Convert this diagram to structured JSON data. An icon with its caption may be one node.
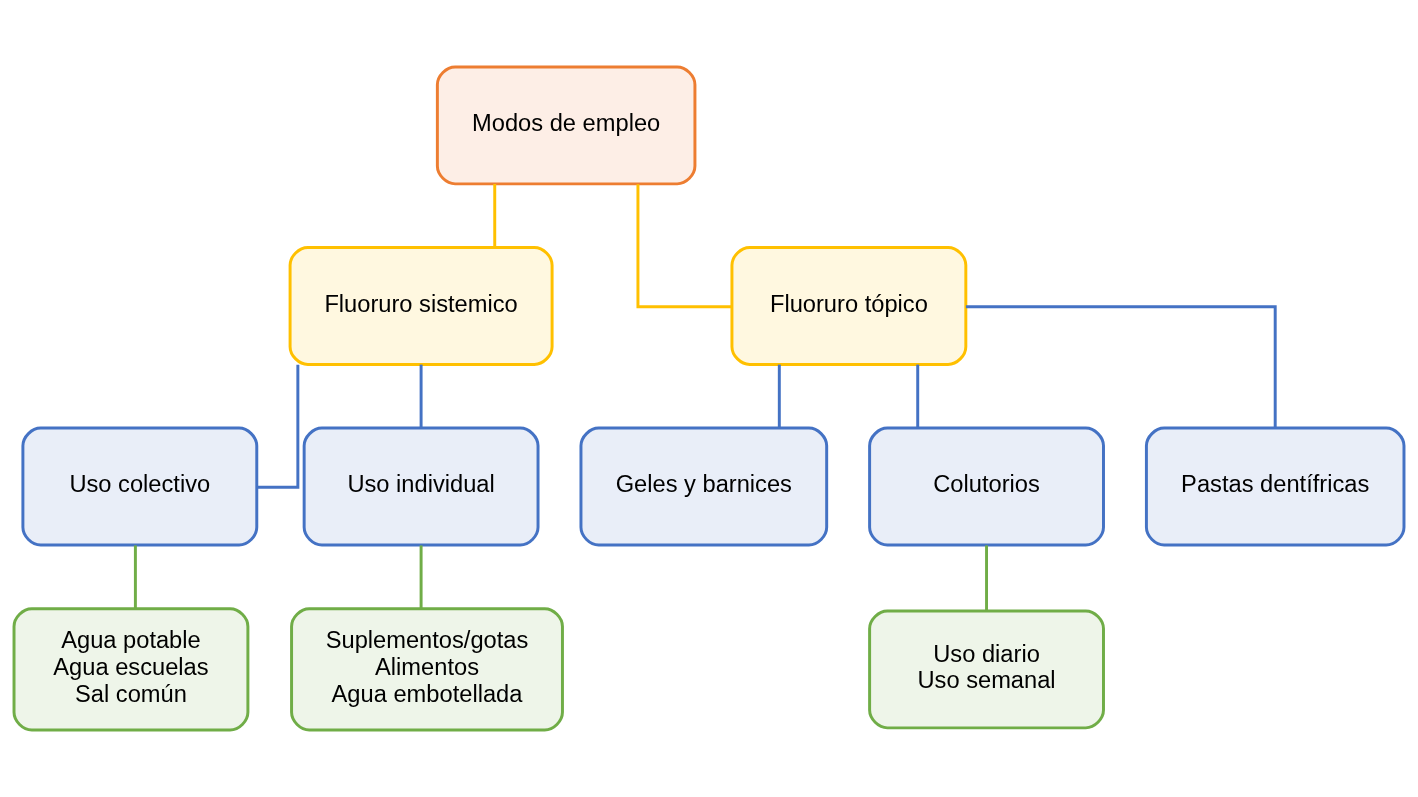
{
  "diagram": {
    "nodes": [
      {
        "text": [
          "Modos de empleo"
        ]
      },
      {
        "text": [
          "Fluoruro sistemico"
        ]
      },
      {
        "text": [
          "Fluoruro tópico"
        ]
      },
      {
        "text": [
          "Uso colectivo"
        ]
      },
      {
        "text": [
          "Uso individual"
        ]
      },
      {
        "text": [
          "Geles y barnices"
        ]
      },
      {
        "text": [
          "Colutorios"
        ]
      },
      {
        "text": [
          "Pastas dentífricas"
        ]
      },
      {
        "text": [
          "Agua potable",
          "Agua escuelas",
          "Sal común"
        ]
      },
      {
        "text": [
          "Suplementos/gotas",
          "Alimentos",
          "Agua embotellada"
        ]
      },
      {
        "text": [
          "Uso diario",
          "Uso semanal"
        ]
      }
    ],
    "edges": [
      {
        "from": 0,
        "to": 1,
        "arrow": "none",
        "color": "#ffc000"
      },
      {
        "from": 0,
        "to": 2,
        "arrow": "none",
        "color": "#ffc000"
      },
      {
        "from": 1,
        "to": 3,
        "arrow": "none"
      },
      {
        "from": 1,
        "to": 4,
        "arrow": "none"
      },
      {
        "from": 2,
        "to": 5,
        "arrow": "none"
      },
      {
        "from": 2,
        "to": 6,
        "arrow": "none"
      },
      {
        "from": 2,
        "to": 7,
        "arrow": "none"
      },
      {
        "from": 3,
        "to": 8,
        "arrow": "none",
        "color": "#70ad47"
      },
      {
        "from": 4,
        "to": 9,
        "arrow": "none",
        "color": "#70ad47"
      },
      {
        "from": 6,
        "to": 10,
        "arrow": "none",
        "color": "#70ad47"
      }
    ]
  }
}
